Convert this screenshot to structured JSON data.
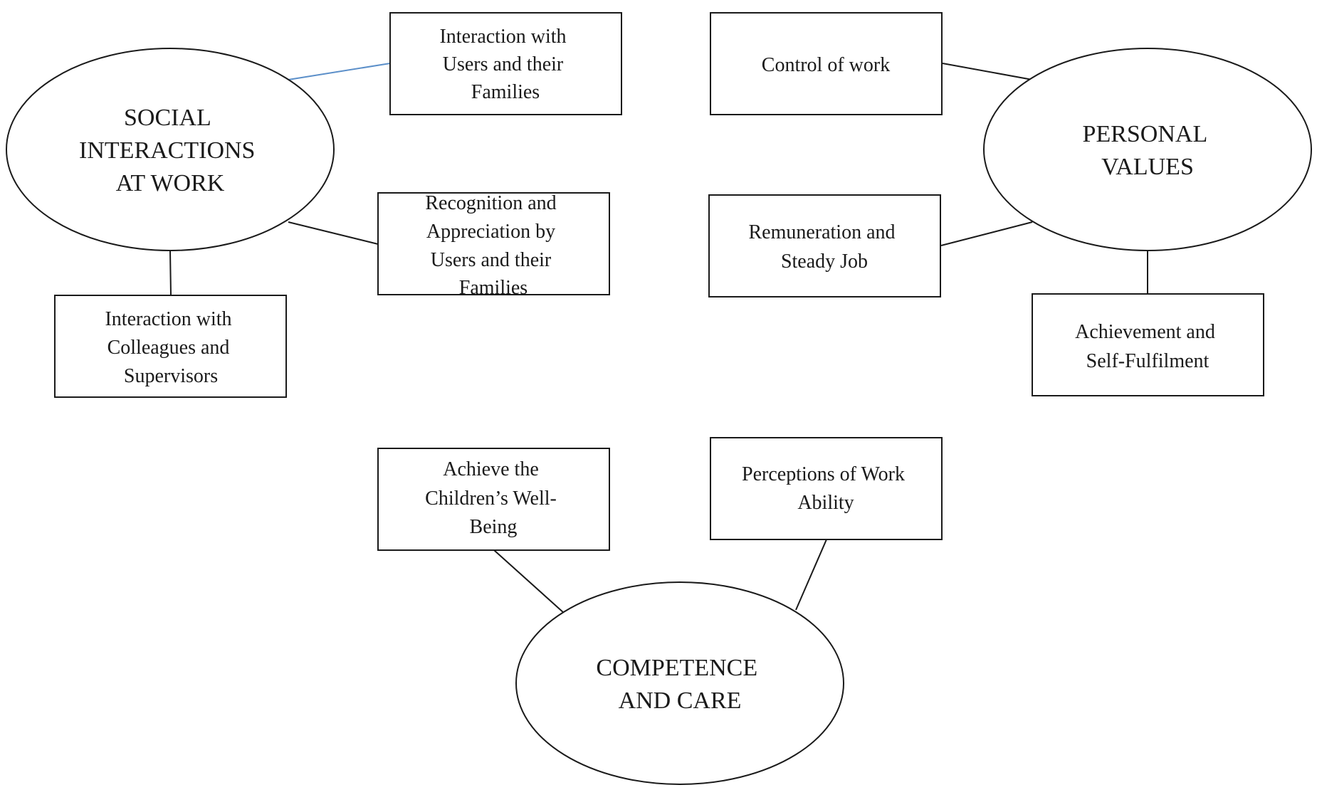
{
  "colors": {
    "line": "#1a1a1a",
    "highlight_connector": "#5b8fc9",
    "fill": "#ffffff"
  },
  "hubs": {
    "social": {
      "lines": [
        "SOCIAL",
        "INTERACTIONS",
        "AT WORK"
      ]
    },
    "personal": {
      "lines": [
        "PERSONAL",
        "VALUES"
      ]
    },
    "competence": {
      "lines": [
        "COMPETENCE",
        "AND CARE"
      ]
    }
  },
  "boxes": {
    "interaction_users": {
      "lines": [
        "Interaction  with",
        "Users and their",
        "Families"
      ]
    },
    "recognition": {
      "lines": [
        "Recognition  and",
        "Appreciation  by",
        "Users and their",
        "Families"
      ]
    },
    "interaction_colleagues": {
      "lines": [
        "Interaction  with",
        "Colleagues  and",
        "Supervisors"
      ]
    },
    "control_work": {
      "lines": [
        "Control of work"
      ]
    },
    "remuneration": {
      "lines": [
        "Remuneration  and",
        "Steady Job"
      ]
    },
    "achievement": {
      "lines": [
        "Achievement  and",
        "Self-Fulfilment"
      ]
    },
    "wellbeing": {
      "lines": [
        "Achieve the",
        "Children’s Well-",
        "Being"
      ]
    },
    "work_ability": {
      "lines": [
        "Perceptions  of Work",
        "Ability"
      ]
    }
  }
}
